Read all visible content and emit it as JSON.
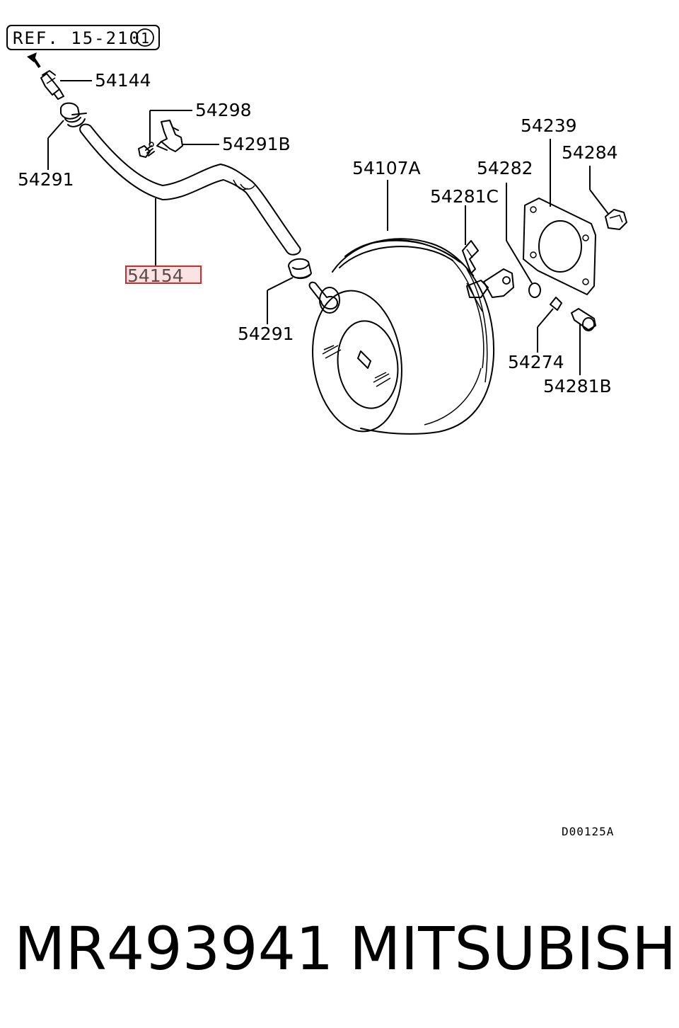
{
  "reference": {
    "text": "REF. 15-210",
    "circle_number": "1"
  },
  "labels": {
    "p54144": "54144",
    "p54298": "54298",
    "p54291B": "54291B",
    "p54291_top": "54291",
    "p54154": "54154",
    "p54291_mid": "54291",
    "p54107A": "54107A",
    "p54282": "54282",
    "p54281C": "54281C",
    "p54239": "54239",
    "p54284": "54284",
    "p54274": "54274",
    "p54281B": "54281B"
  },
  "highlighted_part": "54154",
  "highlight_color": "#d9262b",
  "highlight_fill": "#fbe3e3",
  "drawing_code": "D00125A",
  "footer": {
    "part_number": "MR493941",
    "brand": "MITSUBISHI"
  }
}
